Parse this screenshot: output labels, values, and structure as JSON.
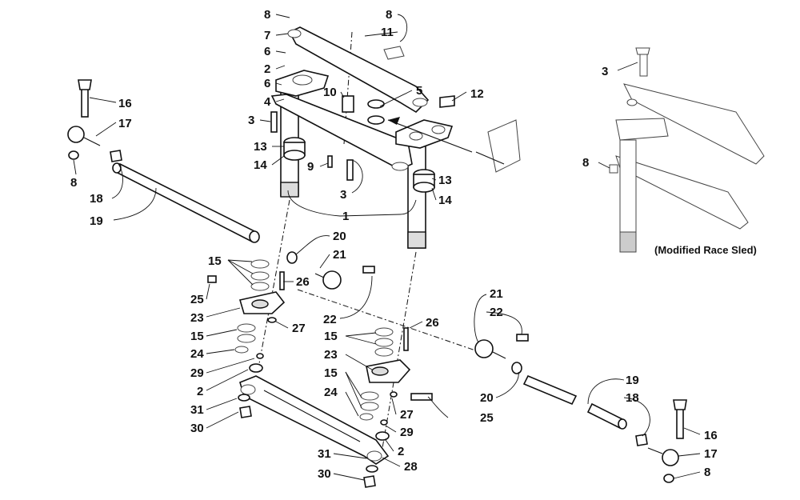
{
  "caption": "(Modified Race Sled)",
  "callouts": [
    {
      "text": "8"
    },
    {
      "text": "7"
    },
    {
      "text": "6"
    },
    {
      "text": "2"
    },
    {
      "text": "6"
    },
    {
      "text": "4"
    },
    {
      "text": "3"
    },
    {
      "text": "13"
    },
    {
      "text": "14"
    },
    {
      "text": "8"
    },
    {
      "text": "11"
    },
    {
      "text": "10"
    },
    {
      "text": "5"
    },
    {
      "text": "12"
    },
    {
      "text": "9"
    },
    {
      "text": "3"
    },
    {
      "text": "13"
    },
    {
      "text": "14"
    },
    {
      "text": "1"
    },
    {
      "text": "16"
    },
    {
      "text": "17"
    },
    {
      "text": "8"
    },
    {
      "text": "18"
    },
    {
      "text": "19"
    },
    {
      "text": "20"
    },
    {
      "text": "21"
    },
    {
      "text": "15"
    },
    {
      "text": "26"
    },
    {
      "text": "25"
    },
    {
      "text": "23"
    },
    {
      "text": "27"
    },
    {
      "text": "22"
    },
    {
      "text": "15"
    },
    {
      "text": "24"
    },
    {
      "text": "29"
    },
    {
      "text": "2"
    },
    {
      "text": "31"
    },
    {
      "text": "30"
    },
    {
      "text": "26"
    },
    {
      "text": "15"
    },
    {
      "text": "23"
    },
    {
      "text": "15"
    },
    {
      "text": "24"
    },
    {
      "text": "27"
    },
    {
      "text": "29"
    },
    {
      "text": "2"
    },
    {
      "text": "31"
    },
    {
      "text": "28"
    },
    {
      "text": "30"
    },
    {
      "text": "25"
    },
    {
      "text": "21"
    },
    {
      "text": "22"
    },
    {
      "text": "20"
    },
    {
      "text": "19"
    },
    {
      "text": "18"
    },
    {
      "text": "16"
    },
    {
      "text": "17"
    },
    {
      "text": "8"
    },
    {
      "text": "3"
    },
    {
      "text": "8"
    }
  ]
}
